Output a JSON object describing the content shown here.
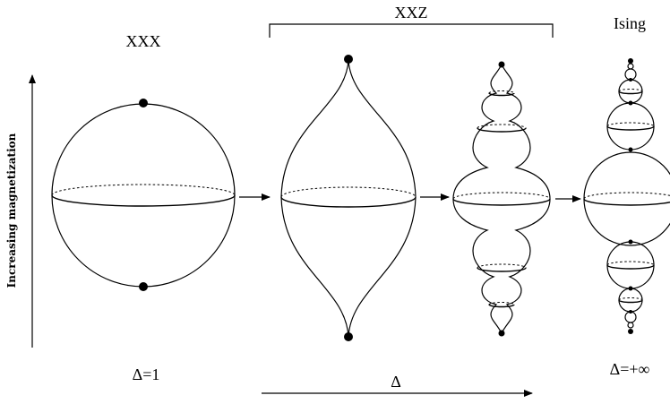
{
  "labels": {
    "xxx": "XXX",
    "xxz": "XXZ",
    "ising": "Ising",
    "delta_one": "Δ=1",
    "delta_axis": "Δ",
    "delta_inf": "Δ=+∞",
    "y_axis": "Increasing magnetization"
  },
  "stages": [
    {
      "name": "XXX",
      "shape": "sphere"
    },
    {
      "name": "XXZ",
      "shape": "cusped-spindle"
    },
    {
      "name": "XXZ",
      "shape": "chain-of-bulbs"
    },
    {
      "name": "Ising",
      "shape": "chain-of-spheres"
    }
  ]
}
